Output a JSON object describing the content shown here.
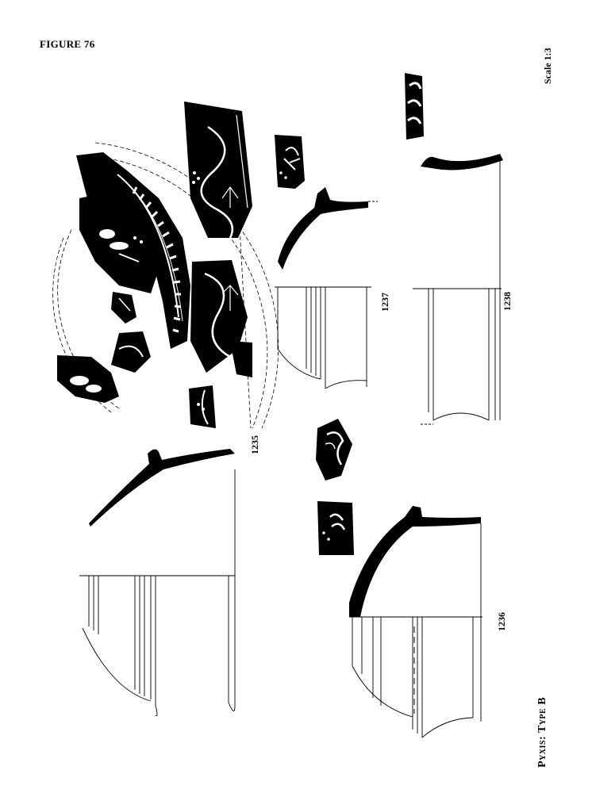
{
  "figure_label": "FIGURE 76",
  "scale_label": "Scale 1:3",
  "caption": "Pyxis: Type B",
  "catalogue_numbers": [
    "1235",
    "1236",
    "1237",
    "1238"
  ],
  "colors": {
    "ink": "#000000",
    "paper": "#ffffff"
  }
}
